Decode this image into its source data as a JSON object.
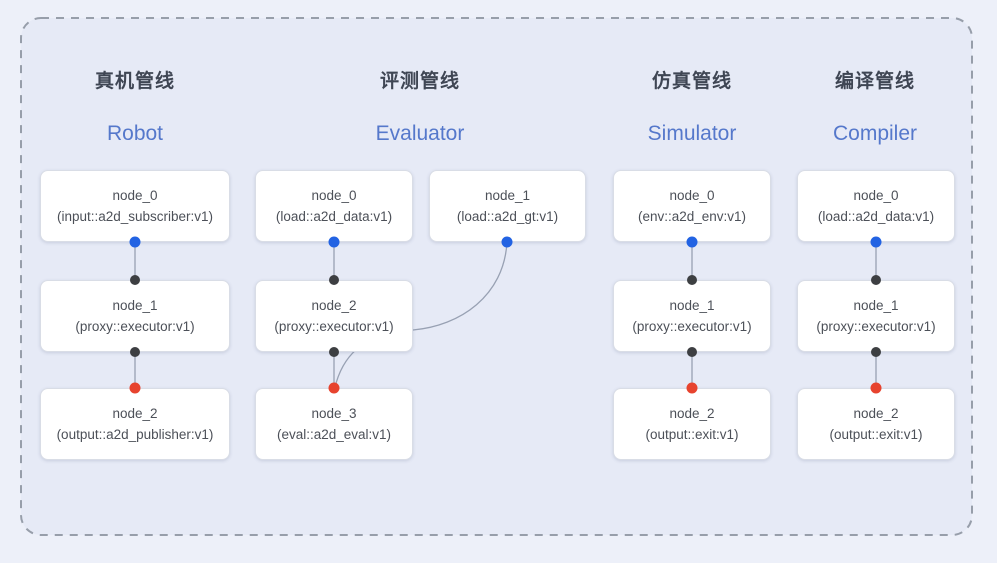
{
  "colors": {
    "background": "#edf0f9",
    "panel_fill": "#e6eaf6",
    "dash_border": "#979eaa",
    "box_fill": "#ffffff",
    "box_border": "#d9dde6",
    "edge_line": "#98a1b3",
    "dot_blue": "#2263e3",
    "dot_black": "#3d3f42",
    "dot_red": "#e7432e",
    "header_cn": "#3f4654",
    "header_en": "#5578cb",
    "node_text": "#4c5058"
  },
  "pipelines": [
    {
      "title_cn": "真机管线",
      "title_en": "Robot",
      "nodes": [
        {
          "name": "node_0",
          "type": "(input::a2d_subscriber:v1)"
        },
        {
          "name": "node_1",
          "type": "(proxy::executor:v1)"
        },
        {
          "name": "node_2",
          "type": "(output::a2d_publisher:v1)"
        }
      ]
    },
    {
      "title_cn": "评测管线",
      "title_en": "Evaluator",
      "nodes": [
        {
          "name": "node_0",
          "type": "(load::a2d_data:v1)"
        },
        {
          "name": "node_1",
          "type": "(load::a2d_gt:v1)"
        },
        {
          "name": "node_2",
          "type": "(proxy::executor:v1)"
        },
        {
          "name": "node_3",
          "type": "(eval::a2d_eval:v1)"
        }
      ]
    },
    {
      "title_cn": "仿真管线",
      "title_en": "Simulator",
      "nodes": [
        {
          "name": "node_0",
          "type": "(env::a2d_env:v1)"
        },
        {
          "name": "node_1",
          "type": "(proxy::executor:v1)"
        },
        {
          "name": "node_2",
          "type": "(output::exit:v1)"
        }
      ]
    },
    {
      "title_cn": "编译管线",
      "title_en": "Compiler",
      "nodes": [
        {
          "name": "node_0",
          "type": "(load::a2d_data:v1)"
        },
        {
          "name": "node_1",
          "type": "(proxy::executor:v1)"
        },
        {
          "name": "node_2",
          "type": "(output::exit:v1)"
        }
      ]
    }
  ]
}
